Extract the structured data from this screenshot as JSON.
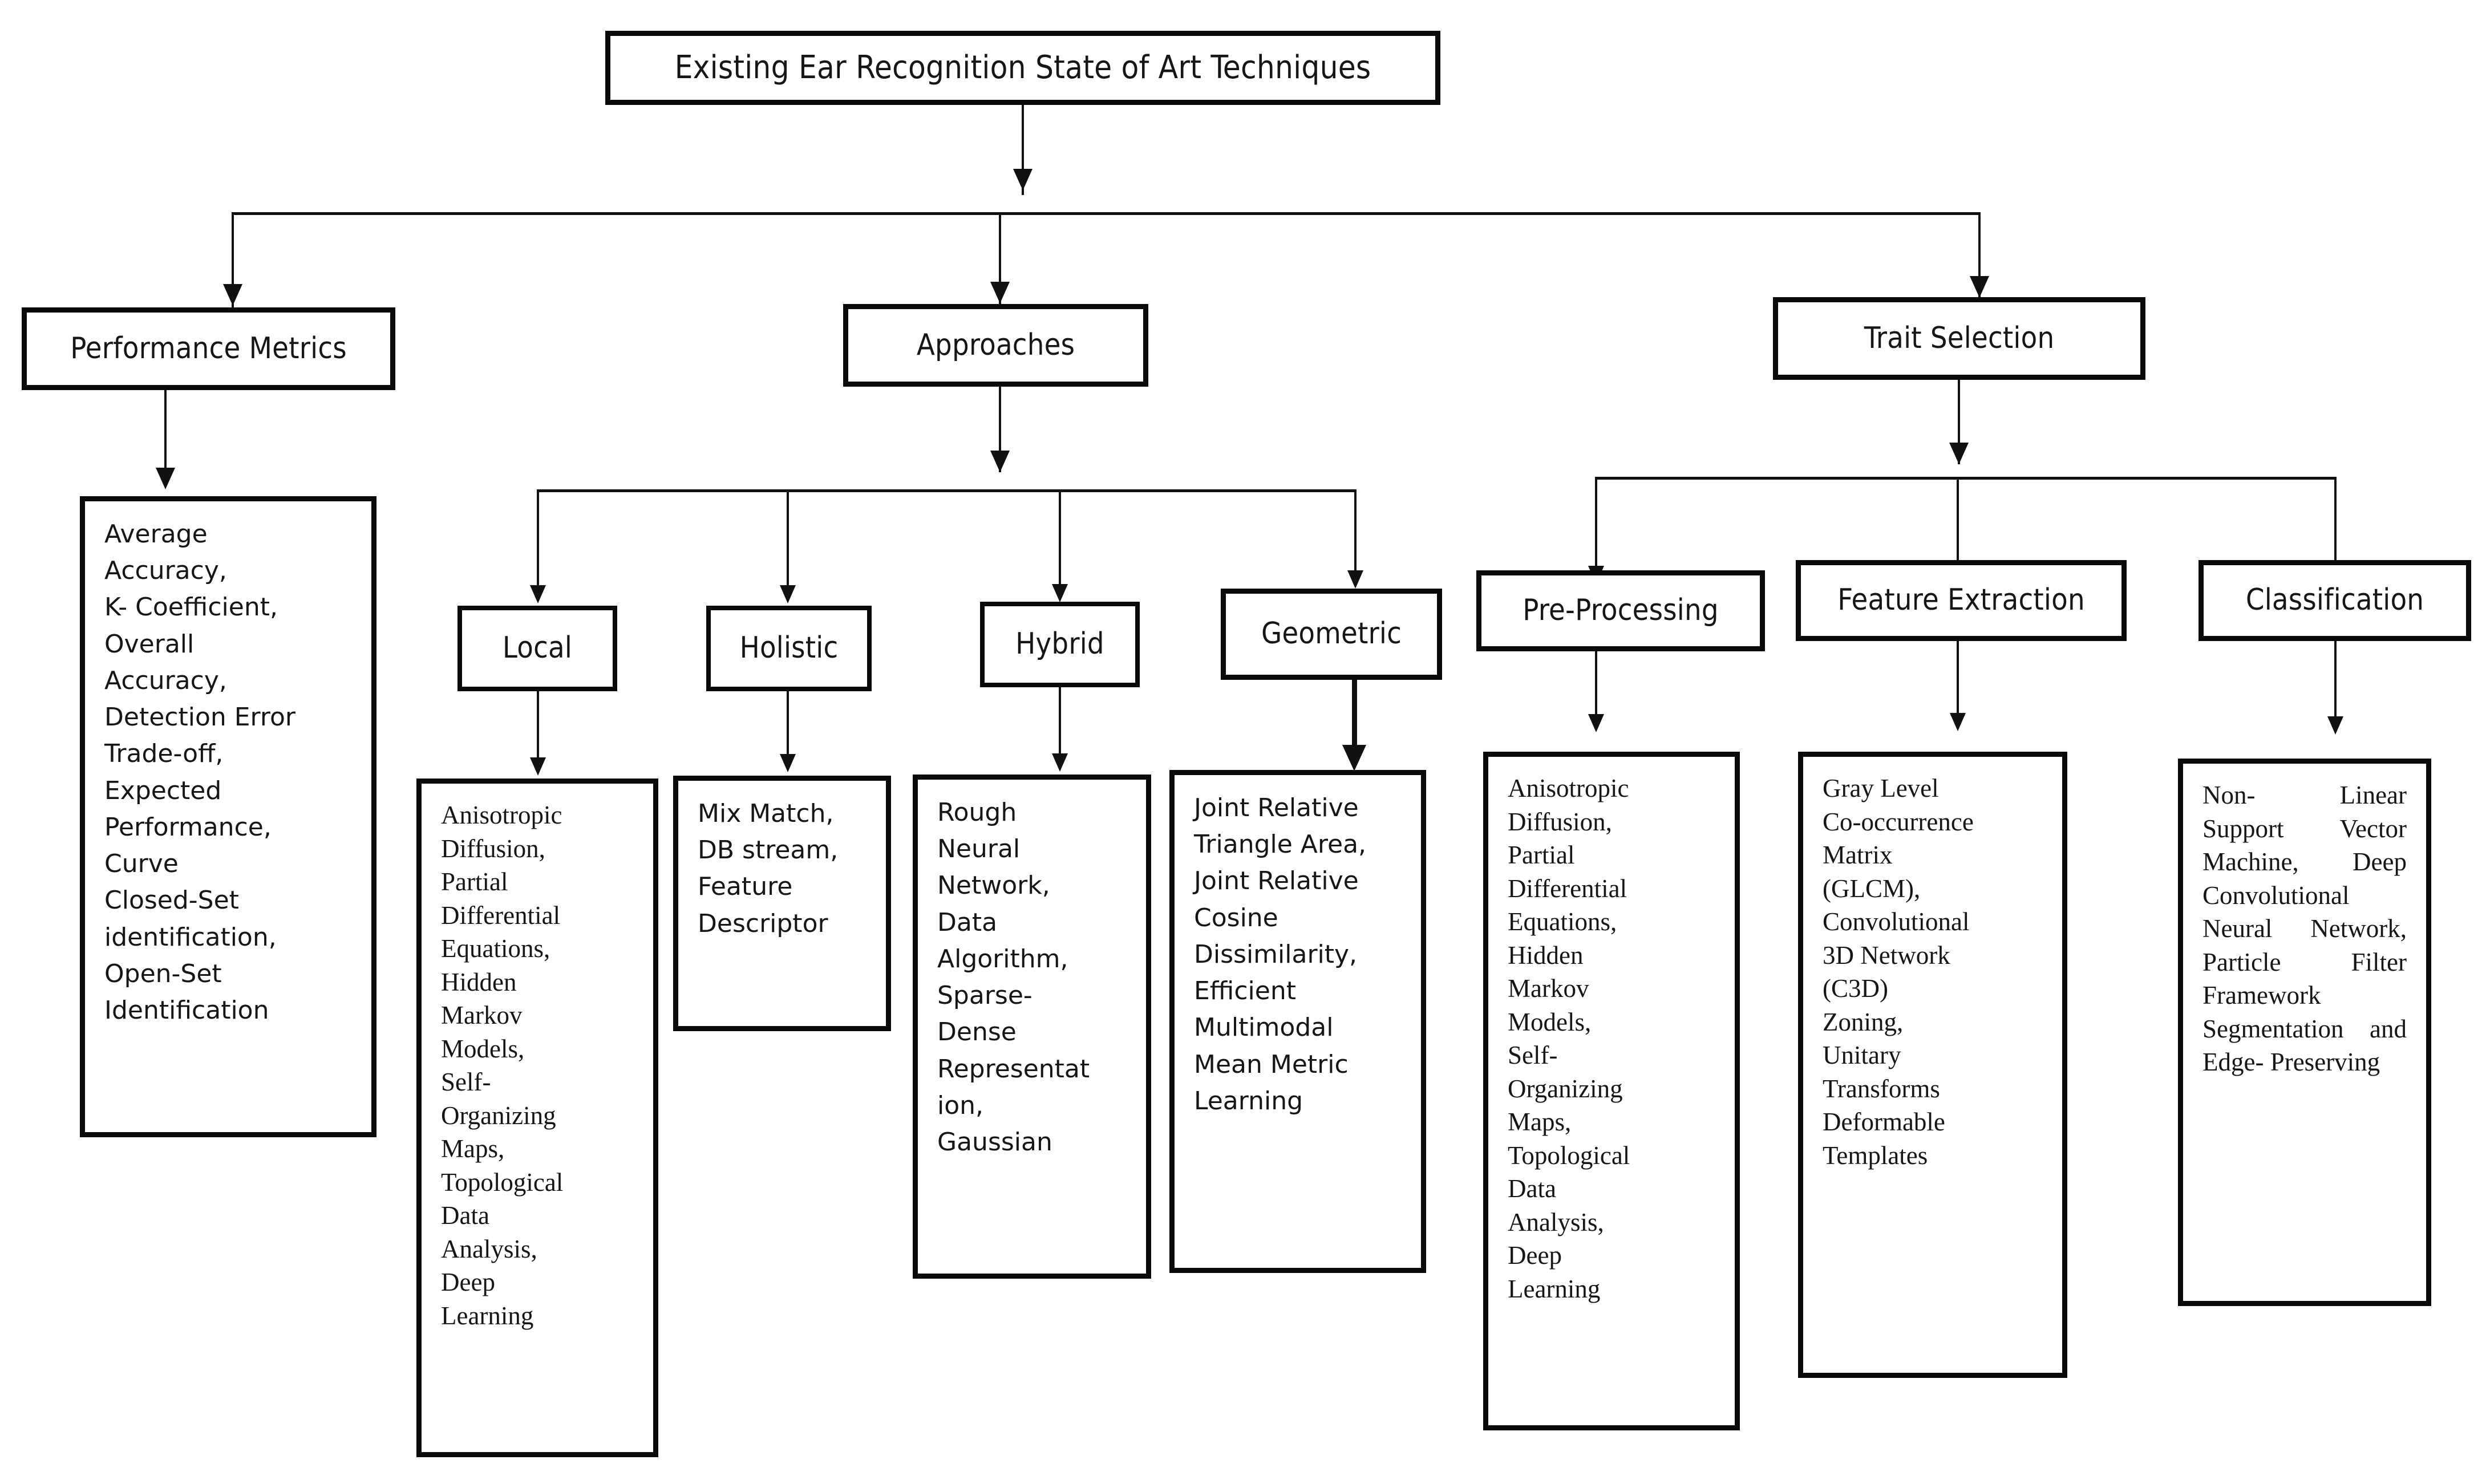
{
  "diagram": {
    "title": "Existing Ear Recognition State of Art Techniques",
    "root": {
      "label": "Existing Ear Recognition State of Art Techniques"
    },
    "branches": [
      {
        "label": "Performance Metrics"
      },
      {
        "label": "Approaches"
      },
      {
        "label": "Trait Selection"
      }
    ],
    "performance_metrics": {
      "label": "Performance Metrics",
      "items": "Average\nAccuracy,\nK- Coefficient,\nOverall\nAccuracy,\nDetection Error\nTrade-off,\nExpected\nPerformance,\nCurve\nClosed-Set\nidentification,\nOpen-Set\nIdentification"
    },
    "approaches": {
      "label": "Approaches",
      "children": [
        {
          "label": "Local",
          "items": "Anisotropic\nDiffusion,\nPartial\nDifferential\nEquations,\nHidden\nMarkov\nModels,\nSelf-\nOrganizing\nMaps,\nTopological\nData\nAnalysis,\nDeep\nLearning"
        },
        {
          "label": "Holistic",
          "items": "Mix Match,\nDB stream,\nFeature\nDescriptor"
        },
        {
          "label": "Hybrid",
          "items": "Rough\nNeural\nNetwork,\nData\nAlgorithm,\nSparse-\nDense\nRepresentat\nion,\nGaussian"
        },
        {
          "label": "Geometric",
          "items": "Joint Relative\nTriangle Area,\nJoint Relative\nCosine\nDissimilarity,\nEfficient\nMultimodal\nMean Metric\nLearning"
        }
      ]
    },
    "trait_selection": {
      "label": "Trait Selection",
      "children": [
        {
          "label": "Pre-Processing",
          "items": "Anisotropic\nDiffusion,\nPartial\nDifferential\nEquations,\nHidden\nMarkov\nModels,\nSelf-\nOrganizing\nMaps,\nTopological\nData\nAnalysis,\nDeep\nLearning"
        },
        {
          "label": "Feature Extraction",
          "items": "Gray Level\nCo-occurrence\nMatrix\n(GLCM),\nConvolutional\n3D Network\n(C3D)\nZoning,\nUnitary\nTransforms\nDeformable\nTemplates"
        },
        {
          "label": "Classification",
          "items": "Non- Linear Support Vector Machine, Deep Convolutional Neural Network, Particle Filter Framework Segmentation and Edge- Preserving"
        }
      ]
    },
    "colors": {
      "stroke": "#0a0a0a",
      "background": "#ffffff",
      "text": "#161616"
    }
  }
}
